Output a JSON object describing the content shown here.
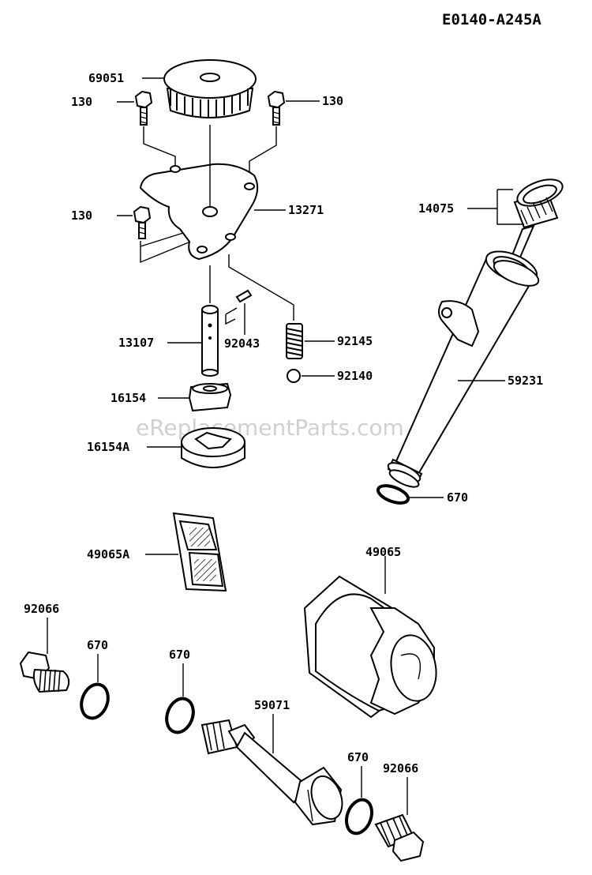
{
  "diagram_code": "E0140-A245A",
  "watermark": "eReplacementParts.com",
  "labels": {
    "p69051": "69051",
    "p130a": "130",
    "p130b": "130",
    "p130c": "130",
    "p13271": "13271",
    "p14075": "14075",
    "p13107": "13107",
    "p92043": "92043",
    "p92145": "92145",
    "p92140": "92140",
    "p16154": "16154",
    "p16154A": "16154A",
    "p59231": "59231",
    "p670a": "670",
    "p49065A": "49065A",
    "p49065": "49065",
    "p92066a": "92066",
    "p670b": "670",
    "p670c": "670",
    "p59071": "59071",
    "p670d": "670",
    "p92066b": "92066"
  },
  "colors": {
    "ink": "#000000",
    "paper": "#ffffff",
    "watermark": "#d0d0d0"
  }
}
